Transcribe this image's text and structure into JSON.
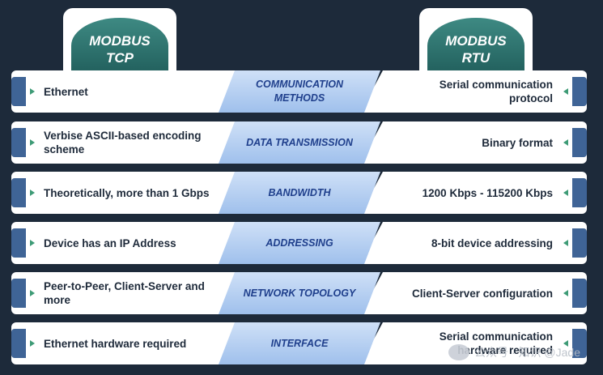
{
  "headers": {
    "left": {
      "line1": "MODBUS",
      "line2": "TCP"
    },
    "right": {
      "line1": "MODBUS",
      "line2": "RTU"
    }
  },
  "rows": [
    {
      "left": "Ethernet",
      "category": "COMMUNICATION METHODS",
      "right": "Serial communication protocol"
    },
    {
      "left": "Verbise ASCII-based encoding scheme",
      "category": "DATA TRANSMISSION",
      "right": "Binary format"
    },
    {
      "left": "Theoretically, more than 1 Gbps",
      "category": "BANDWIDTH",
      "right": "1200 Kbps - 115200 Kbps"
    },
    {
      "left": "Device has an IP Address",
      "category": "ADDRESSING",
      "right": "8-bit device addressing"
    },
    {
      "left": "Peer-to-Peer, Client-Server and more",
      "category": "NETWORK TOPOLOGY",
      "right": "Client-Server configuration"
    },
    {
      "left": "Ethernet hardware required",
      "category": "INTERFACE",
      "right": "Serial communication hardware required"
    }
  ],
  "watermark": "公众号 · 知识 @Jade",
  "colors": {
    "background": "#1d2a3a",
    "badge": "#2f7670",
    "category_text": "#1f3f8c",
    "tab": "#3f6496",
    "arrow": "#3e9b76"
  }
}
